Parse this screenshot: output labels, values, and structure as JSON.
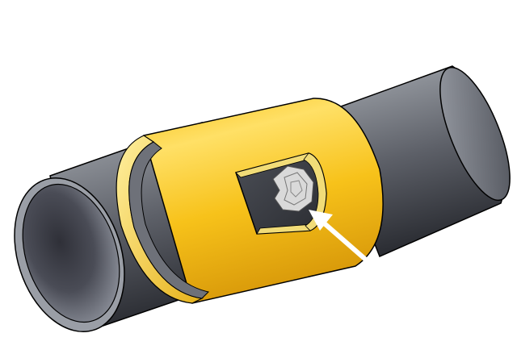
{
  "colors": {
    "background": "#ffffff",
    "pipe_light": "#8e9299",
    "pipe_mid": "#5d6068",
    "pipe_dark": "#2b2d33",
    "pipe_highlight": "#b6b9bf",
    "bore_center": "#2f3038",
    "bore_edge": "#8b8f99",
    "sleeve_light": "#ffe066",
    "sleeve_mid": "#f7c21a",
    "sleeve_dark": "#d99a0a",
    "sleeve_edge": "#f1dc78",
    "defect": "#d9d9d9",
    "arrow": "#ffffff",
    "outline": "#000000"
  },
  "diagram": {
    "subject": "pipe-with-repair-sleeve",
    "parts": [
      "pipe",
      "repair-sleeve",
      "cutaway-window",
      "defect",
      "pointer-arrow"
    ]
  }
}
